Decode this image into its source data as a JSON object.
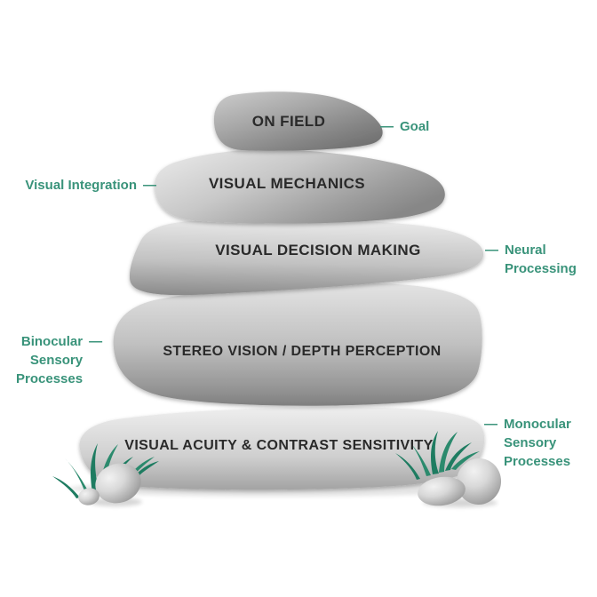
{
  "diagram": {
    "background_color": "#ffffff",
    "accent_color": "#39937a",
    "stone_label_color": "#2a2a2a",
    "stones": [
      {
        "label": "ON FIELD",
        "annotation": {
          "dash": "—",
          "side": "right",
          "text_lines": [
            "Goal"
          ]
        }
      },
      {
        "label": "VISUAL MECHANICS",
        "annotation": {
          "dash": "—",
          "side": "left",
          "text_lines": [
            "Visual Integration"
          ]
        }
      },
      {
        "label": "VISUAL DECISION MAKING",
        "annotation": {
          "dash": "—",
          "side": "right",
          "text_lines": [
            "Neural",
            "Processing"
          ]
        }
      },
      {
        "label": "STEREO VISION / DEPTH PERCEPTION",
        "annotation": {
          "dash": "—",
          "side": "left",
          "text_lines": [
            "Binocular",
            "Sensory",
            "Processes"
          ]
        }
      },
      {
        "label": "VISUAL ACUITY & CONTRAST SENSITIVITY",
        "annotation": {
          "dash": "—",
          "side": "right",
          "text_lines": [
            "Monocular",
            "Sensory",
            "Processes"
          ]
        }
      }
    ],
    "decorations": {
      "grass_color": "#2b8a6d",
      "grass_color_dark": "#1e7c61",
      "items": [
        "grass-tuft-left",
        "pebbles-left",
        "grass-tuft-right",
        "pebbles-right"
      ]
    }
  }
}
